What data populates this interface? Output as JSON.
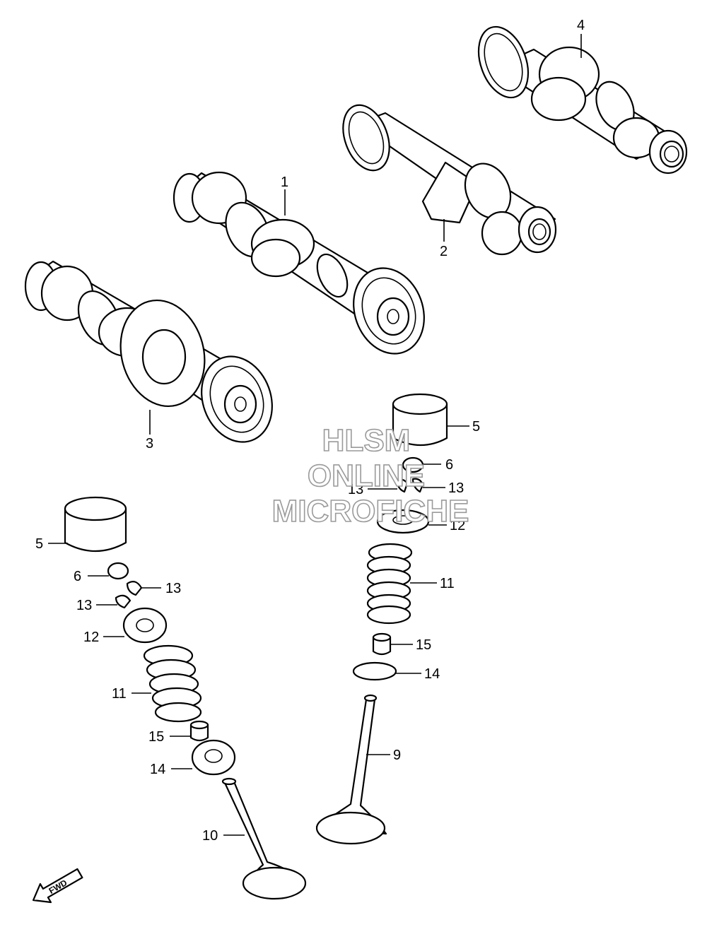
{
  "callouts": {
    "c1": "1",
    "c2": "2",
    "c3": "3",
    "c4": "4",
    "c5a": "5",
    "c5b": "5",
    "c6a": "6",
    "c6b": "6",
    "c9": "9",
    "c10": "10",
    "c11a": "11",
    "c11b": "11",
    "c12a": "12",
    "c12b": "12",
    "c13a": "13",
    "c13b": "13",
    "c13c": "13",
    "c13d": "13",
    "c14a": "14",
    "c14b": "14",
    "c15a": "15",
    "c15b": "15"
  },
  "watermark": {
    "line1": "HLSM",
    "line2": "ONLINE",
    "line3": "MICROFICHE"
  },
  "fwd_label": "FWD"
}
